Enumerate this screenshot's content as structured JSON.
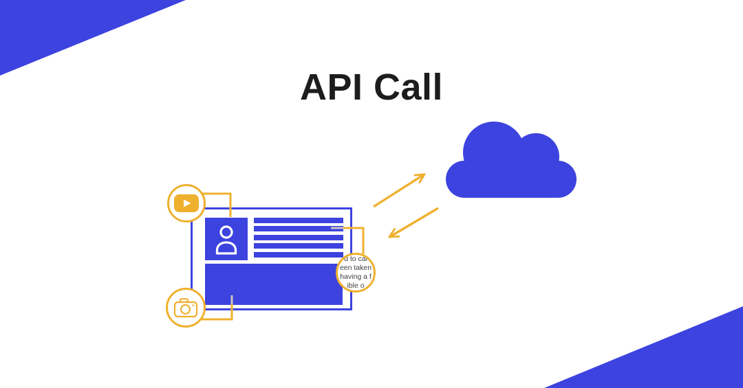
{
  "page": {
    "title": "API Call"
  },
  "colors": {
    "blue": "#3d43df",
    "yellow": "#efb02e",
    "title_text": "#1d1d1f",
    "magnifier_text": "#3f3f3f"
  },
  "magnifier": {
    "lines": [
      "d to cal",
      "een taken",
      "having a f",
      "ible o"
    ]
  },
  "icons": {
    "youtube": "youtube-play-icon",
    "camera": "camera-icon",
    "avatar": "user-avatar-icon",
    "cloud": "cloud-icon",
    "arrow_request": "arrow-up-right-icon",
    "arrow_response": "arrow-down-left-icon"
  }
}
